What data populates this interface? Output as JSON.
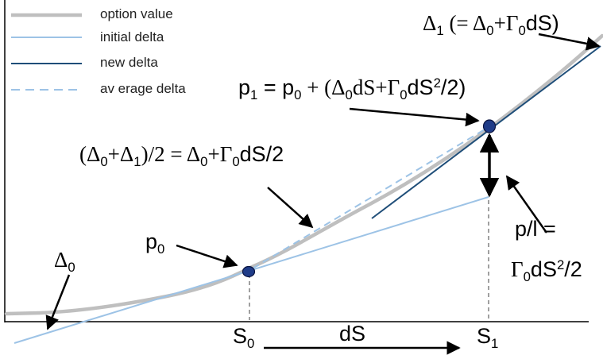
{
  "legend": {
    "items": [
      {
        "label": "option value",
        "color": "#bfbfbf",
        "style": "solid-thick"
      },
      {
        "label": "initial delta",
        "color": "#9dc3e6",
        "style": "solid"
      },
      {
        "label": "new delta",
        "color": "#1f4e79",
        "style": "solid"
      },
      {
        "label": "av erage delta",
        "color": "#9dc3e6",
        "style": "dashed"
      }
    ]
  },
  "annotations": {
    "delta1": {
      "sym": "Δ",
      "sub": "1",
      "rest": " (= Δ",
      "sub0": "0",
      "plus": "+Γ",
      "sub0b": "0",
      "tail": "dS)"
    },
    "p1": {
      "p": "p",
      "sub": "1",
      "eq": " = p",
      "sub0": "0",
      "mid": " + (Δ",
      "sub0b": "0",
      "ds": "dS+Γ",
      "sub0c": "0",
      "ds2": "dS",
      "sup2": "2",
      "end": "/2)"
    },
    "avg": {
      "open": "(Δ",
      "sub0": "0",
      "plus": "+Δ",
      "sub1": "1",
      "close": ")/2 = Δ",
      "sub0b": "0",
      "pg": "+Γ",
      "sub0c": "0",
      "tail": "dS/2"
    },
    "p0": {
      "p": "p",
      "sub": "0"
    },
    "delta0": {
      "sym": "Δ",
      "sub": "0"
    },
    "pl_line1": "p/l =",
    "pl_line2": {
      "g": "Γ",
      "sub": "0",
      "ds": "dS",
      "sup": "2",
      "tail": "/2"
    }
  },
  "axis": {
    "s0": {
      "s": "S",
      "sub": "0"
    },
    "s1": {
      "s": "S",
      "sub": "1"
    },
    "ds": "dS"
  },
  "colors": {
    "option_value": "#bfbfbf",
    "initial_delta": "#9dc3e6",
    "new_delta": "#1f4e79",
    "point_fill": "#1f3c88",
    "axis": "#000000"
  }
}
